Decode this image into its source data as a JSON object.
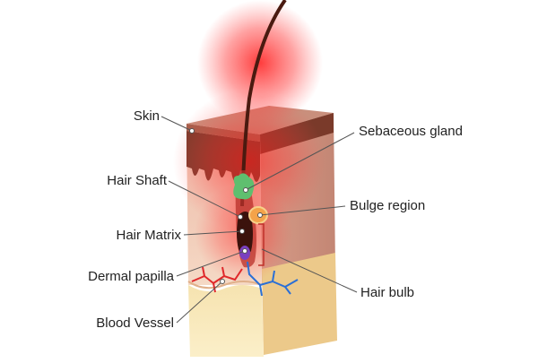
{
  "labels": {
    "skin": "Skin",
    "hair_shaft": "Hair Shaft",
    "hair_matrix": "Hair Matrix",
    "dermal_papilla": "Dermal papilla",
    "blood_vessel": "Blood Vessel",
    "sebaceous_gland": "Sebaceous gland",
    "bulge_region": "Bulge region",
    "hair_bulb": "Hair bulb"
  },
  "colors": {
    "glow": "#ff1a1a",
    "epidermis": "#7a3a2a",
    "dermis_top": "#e9b8a6",
    "dermis_side": "#c98f7c",
    "subcutis": "#f7e6b3",
    "subcutis_side": "#ecc98a",
    "hair": "#4a1a10",
    "sebaceous": "#5fbf6f",
    "bulge": "#f4a34a",
    "papilla": "#7a3fbf",
    "artery": "#e0282b",
    "vein": "#2a6fd6",
    "leader": "#555555"
  }
}
